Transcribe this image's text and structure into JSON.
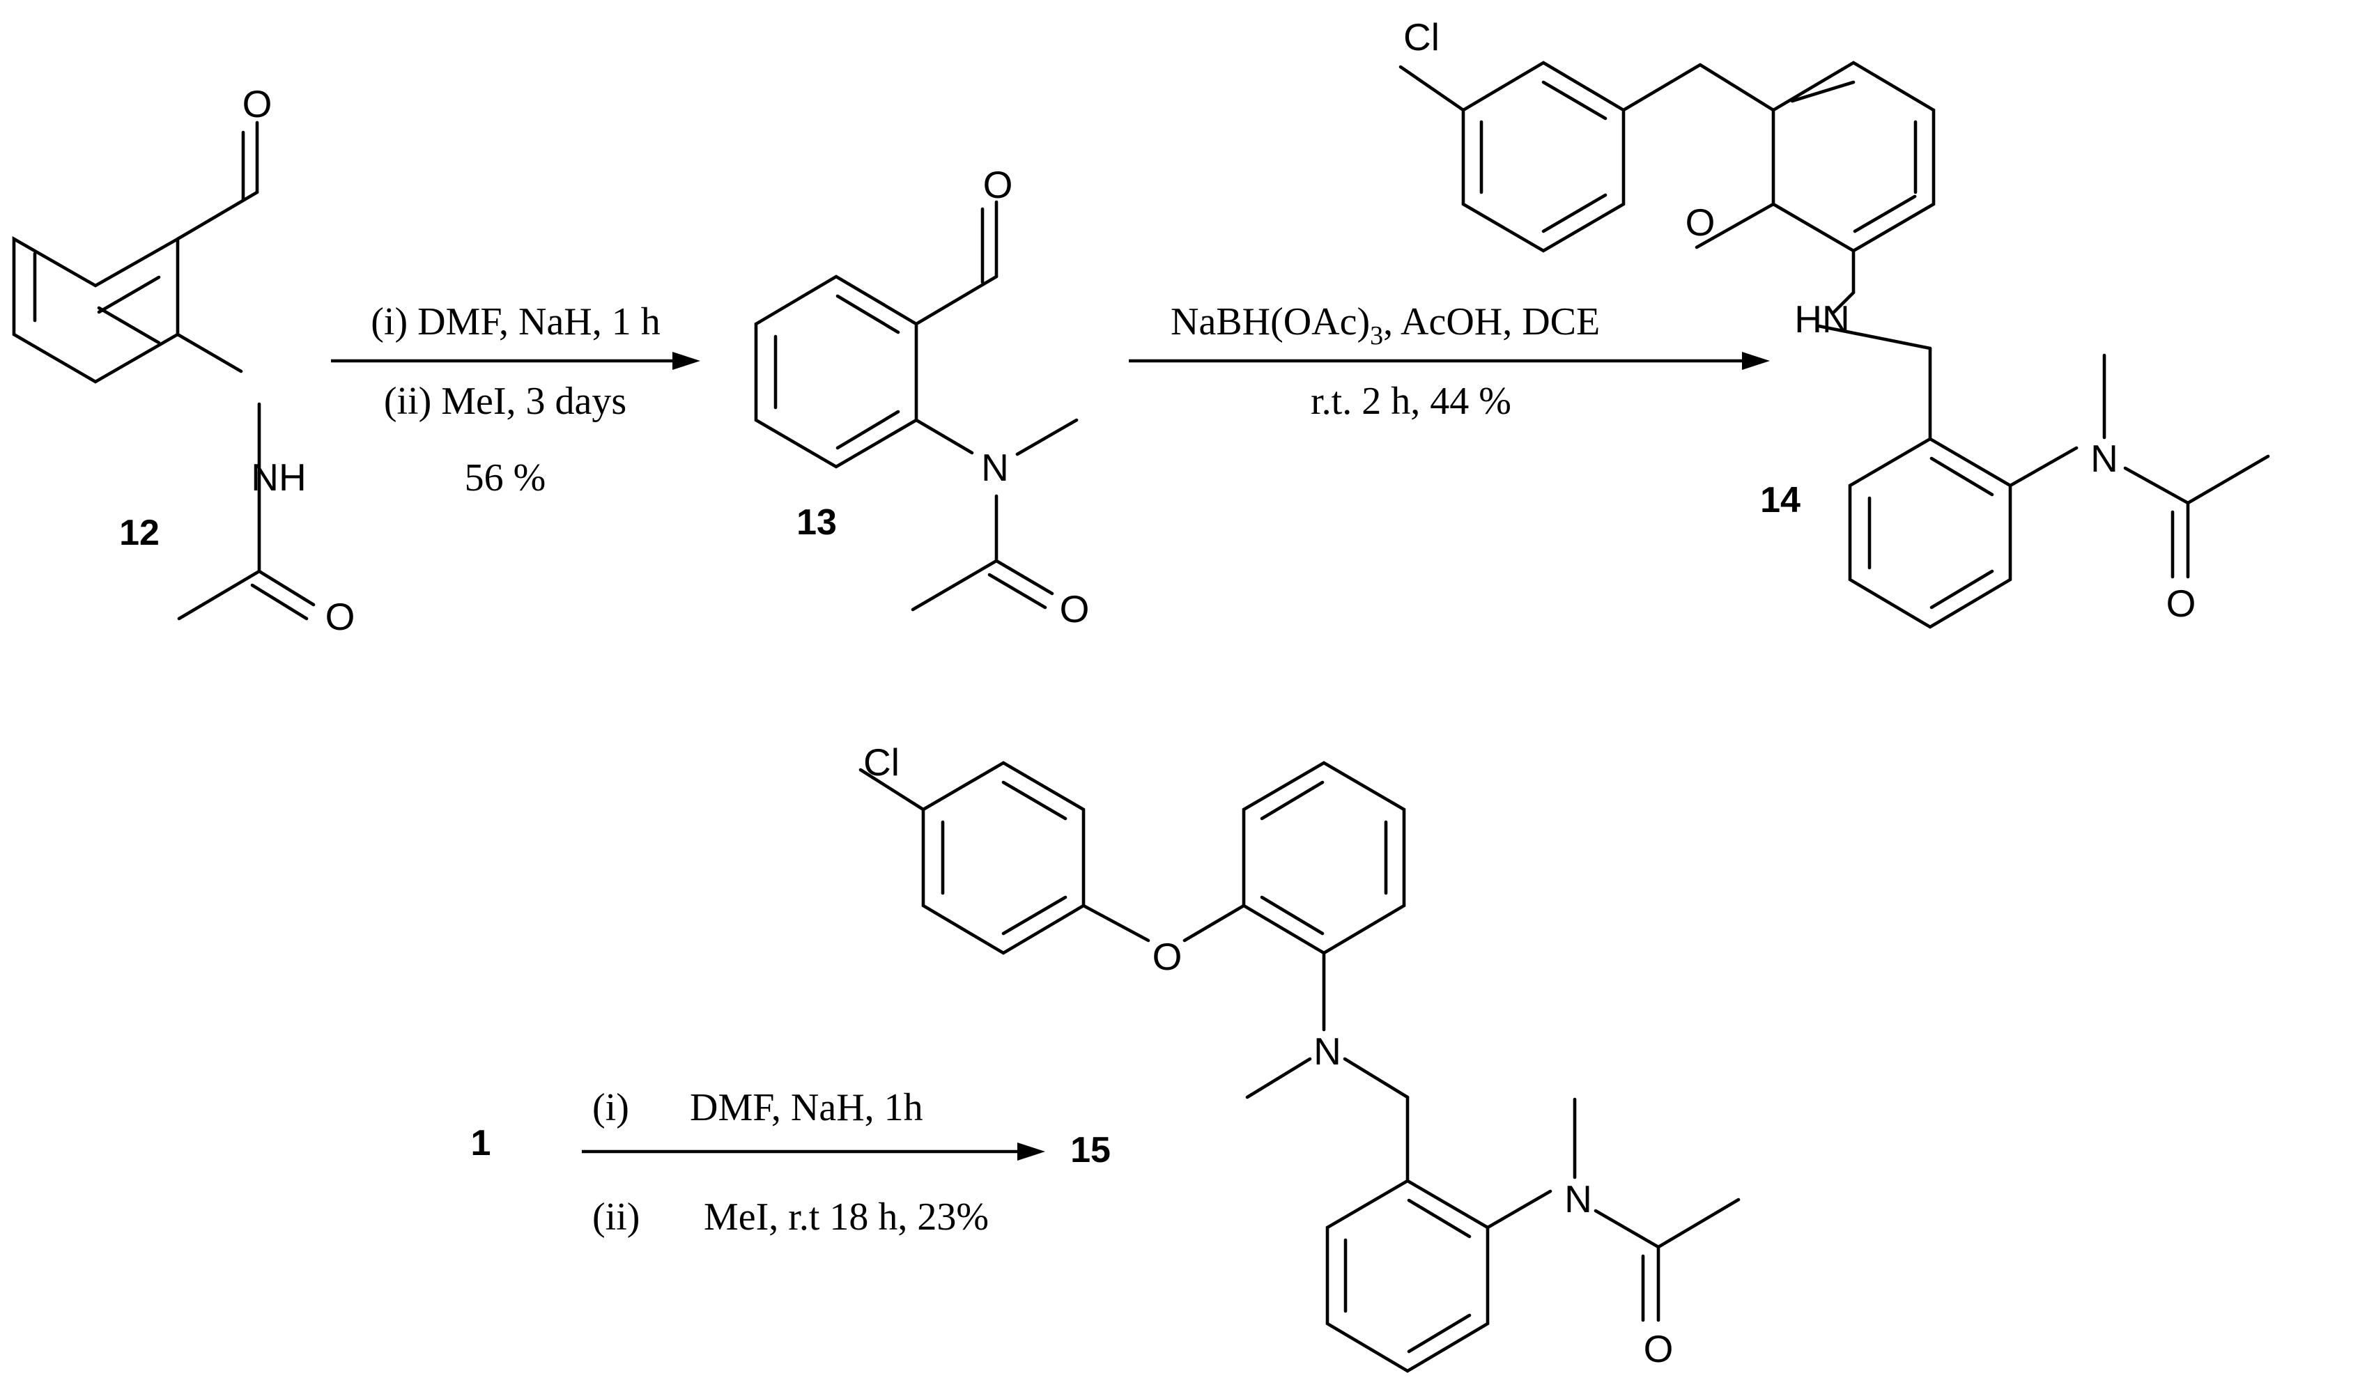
{
  "atoms": {
    "O": "O",
    "NH": "NH",
    "HN": "HN",
    "N": "N",
    "Cl": "Cl"
  },
  "compounds": {
    "c12": "12",
    "c13": "13",
    "c14": "14",
    "c1": "1",
    "c15": "15"
  },
  "reactions": {
    "r1": {
      "line1": "(i) DMF,  NaH, 1 h",
      "line2": "(ii) MeI, 3 days",
      "line3": "56 %"
    },
    "r2": {
      "line1_pre": "NaBH(OAc)",
      "line1_sub": "3",
      "line1_post": ", AcOH, DCE",
      "line2": "r.t.  2 h, 44 %"
    },
    "r3": {
      "line1_idx": "(i)",
      "line1_text": "DMF, NaH, 1h",
      "line2_idx": "(ii)",
      "line2_text": "MeI, r.t 18 h, 23%"
    }
  }
}
